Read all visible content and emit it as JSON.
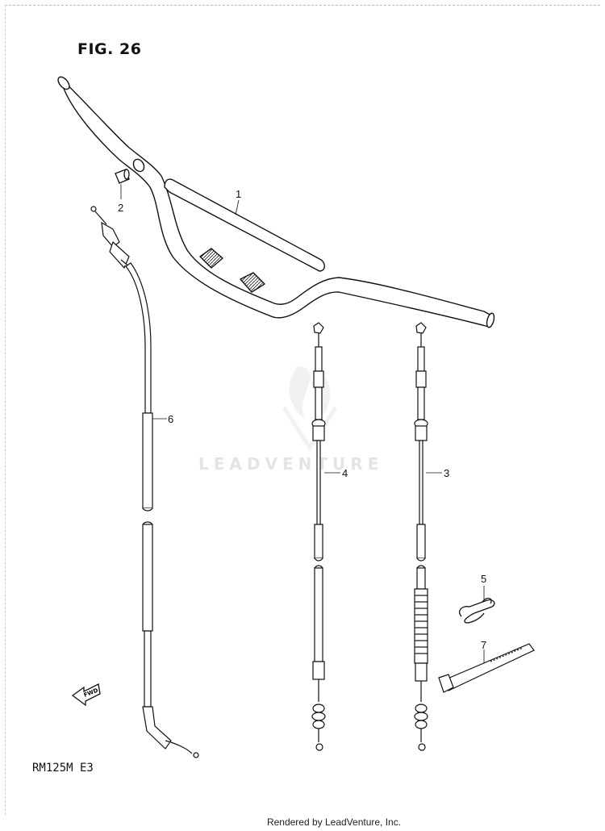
{
  "figure": {
    "title": "FIG. 26",
    "model": "RM125M E3",
    "footer": "Rendered by LeadVenture, Inc.",
    "watermark": "LEADVENTURE"
  },
  "callouts": [
    {
      "id": "1",
      "label": "1"
    },
    {
      "id": "2",
      "label": "2"
    },
    {
      "id": "3",
      "label": "3"
    },
    {
      "id": "4",
      "label": "4"
    },
    {
      "id": "5",
      "label": "5"
    },
    {
      "id": "6",
      "label": "6"
    },
    {
      "id": "7",
      "label": "7"
    }
  ],
  "icons": {
    "fwd_arrow": {
      "label": "FWD",
      "icon": "fwd-arrow-icon"
    }
  }
}
